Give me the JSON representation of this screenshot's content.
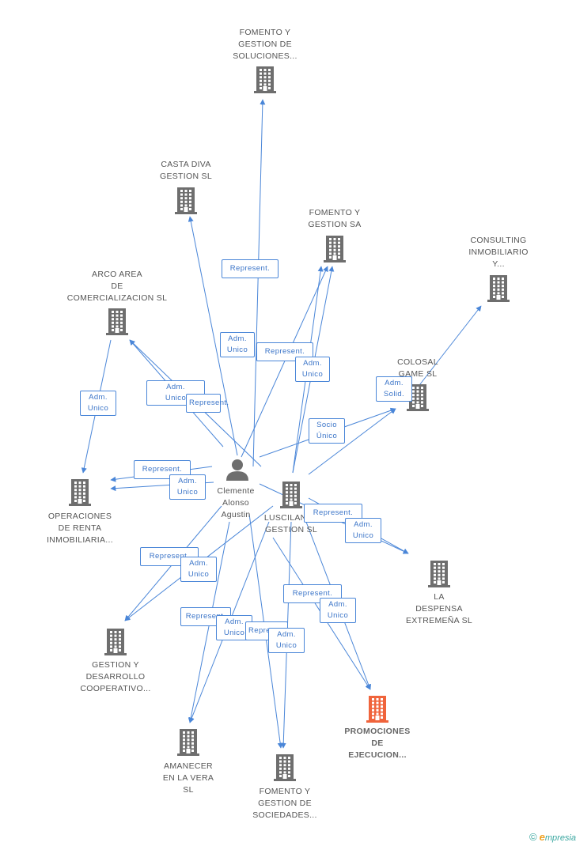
{
  "center_person": {
    "lines": [
      "Clemente",
      "Alonso",
      "Agustin"
    ],
    "icon": "person-icon"
  },
  "companies": [
    {
      "id": "fomento_soluciones",
      "lines": [
        "FOMENTO Y",
        "GESTION DE",
        "SOLUCIONES..."
      ]
    },
    {
      "id": "casta_diva",
      "lines": [
        "CASTA DIVA",
        "GESTION SL"
      ]
    },
    {
      "id": "fomento_sa",
      "lines": [
        "FOMENTO Y",
        "GESTION SA"
      ]
    },
    {
      "id": "consulting",
      "lines": [
        "CONSULTING",
        "INMOBILIARIO",
        "Y..."
      ]
    },
    {
      "id": "arco_area",
      "lines": [
        "ARCO AREA",
        "DE",
        "COMERCIALIZACION SL"
      ]
    },
    {
      "id": "colosal",
      "lines": [
        "COLOSAL",
        "GAME  SL"
      ]
    },
    {
      "id": "operaciones",
      "lines": [
        "OPERACIONES",
        "DE RENTA",
        "INMOBILIARIA..."
      ]
    },
    {
      "id": "luscilanea",
      "lines": [
        "LUSCILANEA",
        "GESTION  SL"
      ]
    },
    {
      "id": "la_despensa",
      "lines": [
        "LA",
        "DESPENSA",
        "EXTREMEÑA SL"
      ]
    },
    {
      "id": "gestion_desarrollo",
      "lines": [
        "GESTION Y",
        "DESARROLLO",
        "COOPERATIVO..."
      ]
    },
    {
      "id": "promociones",
      "lines": [
        "PROMOCIONES",
        "DE",
        "EJECUCION..."
      ],
      "highlight": true
    },
    {
      "id": "amanecer",
      "lines": [
        "AMANECER",
        "EN LA VERA",
        "SL"
      ]
    },
    {
      "id": "fomento_sociedades",
      "lines": [
        "FOMENTO Y",
        "GESTION DE",
        "SOCIEDADES..."
      ]
    }
  ],
  "edge_labels": [
    {
      "lines": [
        "Represent."
      ]
    },
    {
      "lines": [
        "Adm.",
        "Unico"
      ]
    },
    {
      "lines": [
        "Represent."
      ]
    },
    {
      "lines": [
        "Adm.",
        "Unico"
      ]
    },
    {
      "lines": [
        "Adm.",
        "Unico"
      ]
    },
    {
      "lines": [
        "Represent."
      ]
    },
    {
      "lines": [
        "Adm.",
        "Unico"
      ]
    },
    {
      "lines": [
        "Socio",
        "Único"
      ]
    },
    {
      "lines": [
        "Adm.",
        "Solid."
      ]
    },
    {
      "lines": [
        "Represent."
      ]
    },
    {
      "lines": [
        "Adm.",
        "Unico"
      ]
    },
    {
      "lines": [
        "Represent."
      ]
    },
    {
      "lines": [
        "Adm.",
        "Unico"
      ]
    },
    {
      "lines": [
        "Represent."
      ]
    },
    {
      "lines": [
        "Adm.",
        "Unico"
      ]
    },
    {
      "lines": [
        "Represent."
      ]
    },
    {
      "lines": [
        "Adm.",
        "Unico"
      ]
    },
    {
      "lines": [
        "Represent."
      ]
    },
    {
      "lines": [
        "Adm.",
        "Unico"
      ]
    },
    {
      "lines": [
        "Represent."
      ]
    },
    {
      "lines": [
        "Adm.",
        "Unico"
      ]
    }
  ],
  "colors": {
    "edge": "#4a86d8",
    "building": "#6e6e6e",
    "highlight": "#f0643c",
    "text": "#555555"
  },
  "footer": {
    "copyright": "©",
    "brand_initial": "e",
    "brand_rest": "mpresia"
  }
}
